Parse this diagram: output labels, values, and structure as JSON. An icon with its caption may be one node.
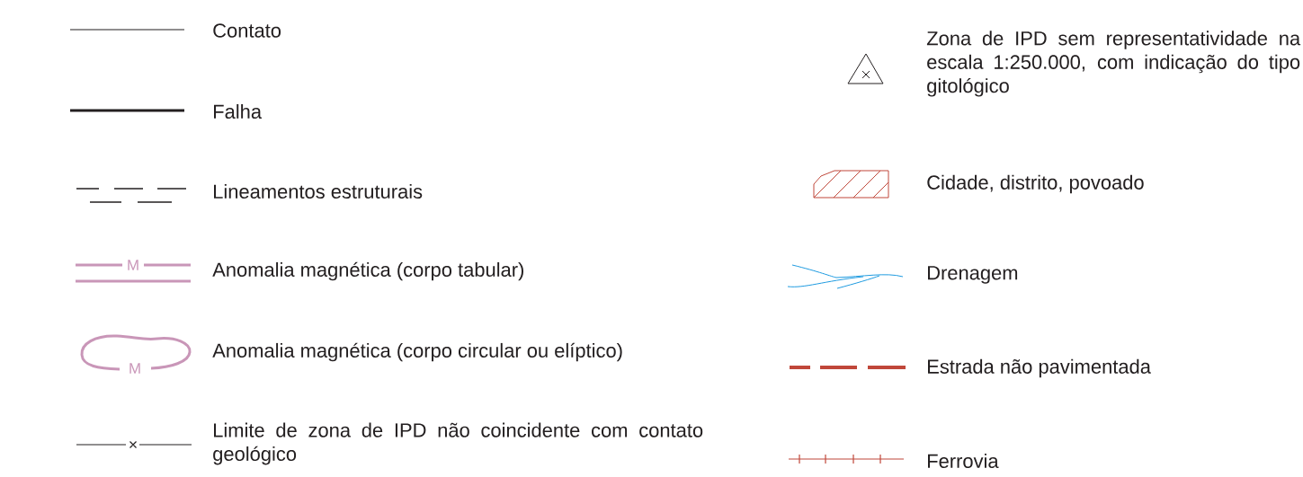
{
  "diagram": {
    "labels": [
      "M",
      "M"
    ],
    "legend": [
      {
        "text": "Contato"
      },
      {
        "text": "Falha"
      },
      {
        "text": "Lineamentos estruturais"
      },
      {
        "text": "Anomalia magnética (corpo tabular)"
      },
      {
        "text": "Anomalia magnética (corpo circular ou elíptico)"
      },
      {
        "text": "Limite de zona de IPD não coincidente com contato geológico"
      },
      {
        "text": "Zona de IPD sem representatividade na escala 1:250.000, com indicação do tipo gitológico"
      },
      {
        "text": "Cidade, distrito, povoado"
      },
      {
        "text": "Drenagem"
      },
      {
        "text": "Estrada não pavimentada"
      },
      {
        "text": "Ferrovia"
      }
    ]
  }
}
